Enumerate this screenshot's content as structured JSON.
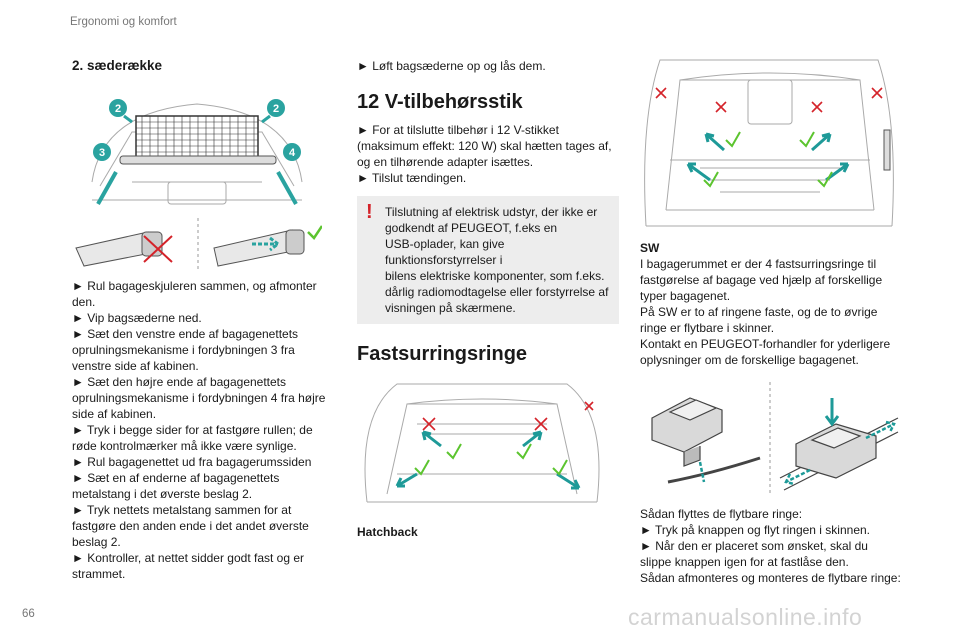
{
  "header": {
    "title": "Ergonomi og komfort",
    "page_number": "66"
  },
  "col1": {
    "heading": "2. sæderække",
    "lines": [
      "► Rul bagageskjuleren sammen, og afmonter",
      "den.",
      "► Vip bagsæderne ned.",
      "► Sæt den venstre ende af bagagenettets",
      "oprulningsmekanisme i fordybningen 3 fra",
      "venstre side af kabinen.",
      "► Sæt den højre ende af bagagenettets",
      "oprulningsmekanisme i fordybningen 4 fra højre",
      "side af kabinen.",
      "► Tryk i begge sider for at fastgøre rullen; de",
      "røde kontrolmærker må ikke være synlige.",
      "► Rul bagagenettet ud fra bagagerumssiden",
      "► Sæt en af enderne af bagagenettets",
      "metalstang i det øverste beslag 2.",
      "► Tryk nettets metalstang sammen for at",
      "fastgøre den anden ende i det andet øverste",
      "beslag 2.",
      "► Kontroller, at nettet sidder godt fast og er",
      "strammet."
    ],
    "figure_markers": [
      "2",
      "2",
      "3",
      "4"
    ]
  },
  "col2": {
    "intro": "► Løft bagsæderne op og lås dem.",
    "heading1": "12 V-tilbehørsstik",
    "lines1": [
      "► For at tilslutte tilbehør i 12 V-stikket",
      "(maksimum effekt: 120 W) skal hætten tages af,",
      "og en tilhørende adapter isættes.",
      "► Tilslut tændingen."
    ],
    "warning_lines": [
      "Tilslutning af elektrisk udstyr, der ikke er",
      "godkendt af PEUGEOT, f.eks en",
      "USB-oplader, kan give funktionsforstyrrelser i",
      "bilens elektriske komponenter, som f.eks.",
      "dårlig radiomodtagelse eller forstyrrelse af",
      "visningen på skærmene."
    ],
    "heading2": "Fastsurringsringe",
    "caption": "Hatchback"
  },
  "col3": {
    "caption": "SW",
    "lines1": [
      "I bagagerummet er der 4 fastsurringsringe til",
      "fastgørelse af bagage ved hjælp af forskellige",
      "typer bagagenet.",
      "På SW er to af ringene faste, og de to øvrige",
      "ringe er flytbare i skinner.",
      "Kontakt en PEUGEOT-forhandler for yderligere",
      "oplysninger om de forskellige bagagenet."
    ],
    "lines2": [
      "Sådan flyttes de flytbare ringe:",
      "► Tryk på knappen og flyt ringen i skinnen.",
      "► Når den er placeret som ønsket, skal du",
      "slippe knappen igen for at fastlåse den.",
      "Sådan afmonteres og monteres de flytbare ringe:"
    ]
  },
  "watermark": "carmanualsonline.info",
  "colors": {
    "accent": "#2aa3a0",
    "warning": "#d4232a",
    "ok": "#5cc42f",
    "teal": "#1e9a98"
  }
}
